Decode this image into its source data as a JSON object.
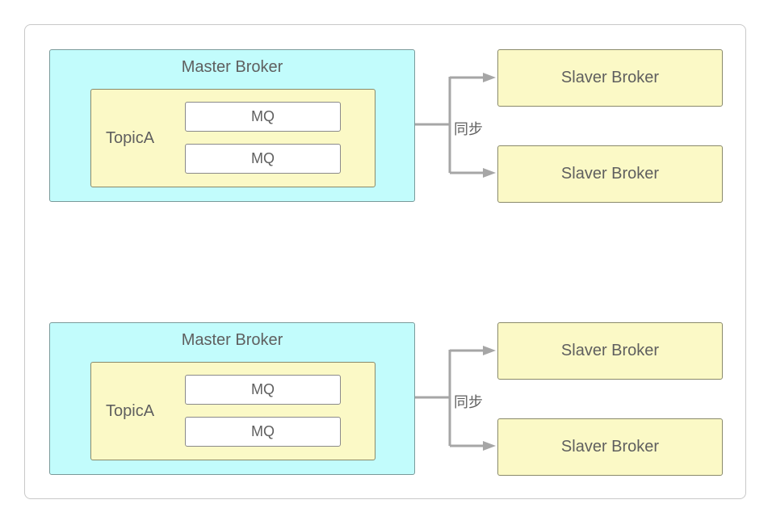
{
  "groups": [
    {
      "master_label": "Master Broker",
      "topic_label": "TopicA",
      "queues": [
        "MQ",
        "MQ"
      ],
      "sync_label": "同步",
      "slaves": [
        "Slaver Broker",
        "Slaver Broker"
      ]
    },
    {
      "master_label": "Master Broker",
      "topic_label": "TopicA",
      "queues": [
        "MQ",
        "MQ"
      ],
      "sync_label": "同步",
      "slaves": [
        "Slaver Broker",
        "Slaver Broker"
      ]
    }
  ],
  "colors": {
    "master_fill": "#c2fcfc",
    "topic_fill": "#fbf9c6",
    "slave_fill": "#fbf9c6",
    "queue_fill": "#ffffff",
    "connector": "#a6a6a6",
    "text": "#5f5f5f"
  }
}
